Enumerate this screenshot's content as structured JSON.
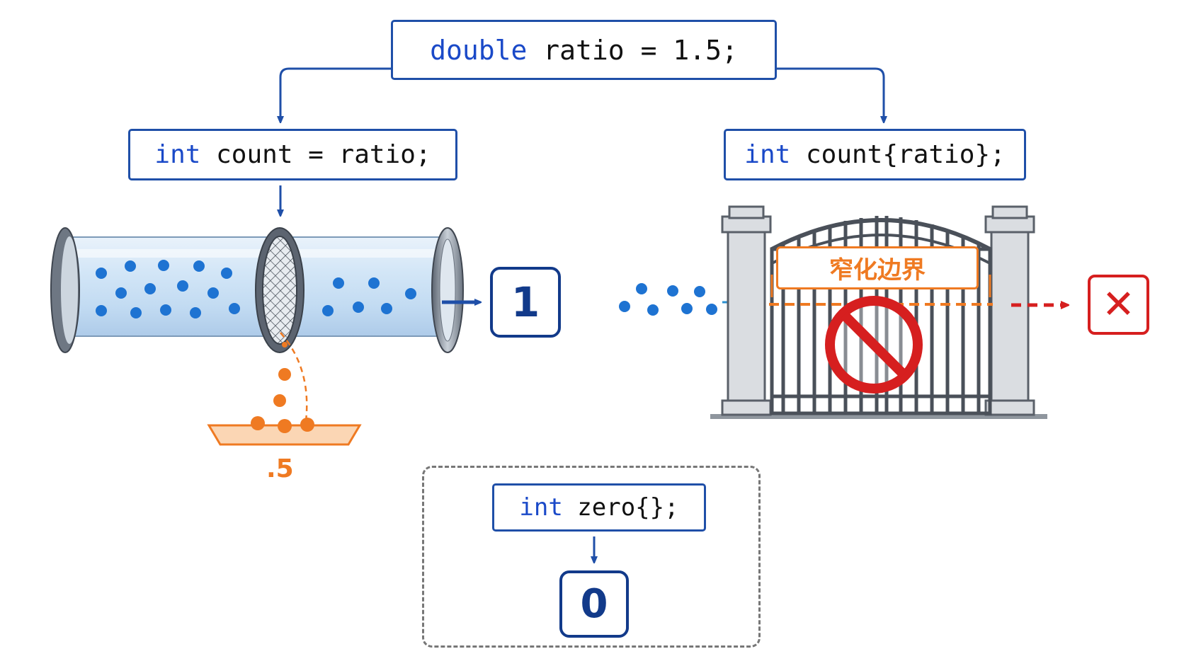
{
  "top": {
    "keyword": "double",
    "rest": " ratio = 1.5;"
  },
  "left": {
    "keyword": "int",
    "rest": " count = ratio;",
    "result": "1",
    "fraction": ".5"
  },
  "right": {
    "keyword": "int",
    "rest": " count{ratio};",
    "gate_label": "窄化边界",
    "error_symbol": "✕"
  },
  "bottom": {
    "keyword": "int",
    "rest": " zero{};",
    "result": "0"
  },
  "colors": {
    "code_border": "#1f4fa8",
    "keyword": "#1a49c8",
    "orange": "#ef7a22",
    "red": "#d61f1f",
    "dot_blue": "#1e73d2"
  }
}
